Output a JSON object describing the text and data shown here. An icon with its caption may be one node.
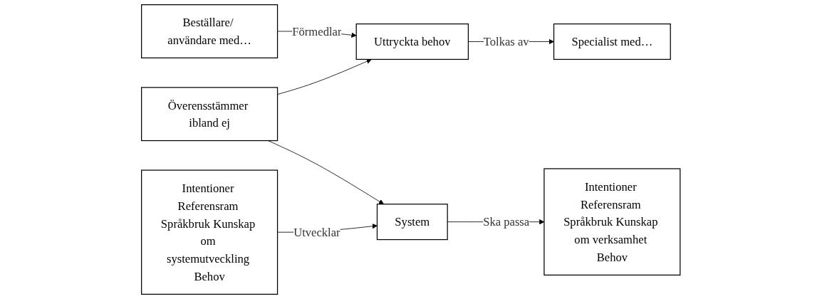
{
  "diagram": {
    "nodes": [
      {
        "text": [
          "Beställare/ användare med…"
        ]
      },
      {
        "text": [
          "Intentioner Referensram Språkbruk Kunskap om verksamhet Behov"
        ]
      },
      {
        "text": [
          "Uttryckta behov"
        ]
      },
      {
        "text": [
          "Överensstämmer ibland ej"
        ]
      },
      {
        "text": [
          "System"
        ]
      },
      {
        "text": [
          "Specialist med…"
        ]
      },
      {
        "text": [
          "Intentioner Referensram Språkbruk Kunskap om systemutveckling Behov"
        ]
      }
    ],
    "edges": [
      {
        "from": 0,
        "to": 2,
        "label": "Förmedlar",
        "arrow": "to"
      },
      {
        "from": 2,
        "to": 5,
        "label": "Tolkas av",
        "arrow": "to"
      },
      {
        "from": 3,
        "to": 2,
        "arrow": "to"
      },
      {
        "from": 3,
        "to": 4,
        "arrow": "to"
      },
      {
        "from": 6,
        "to": 4,
        "label": "Utvecklar",
        "arrow": "to"
      },
      {
        "from": 4,
        "to": 1,
        "label": "Ska passa",
        "arrow": "to"
      }
    ]
  }
}
